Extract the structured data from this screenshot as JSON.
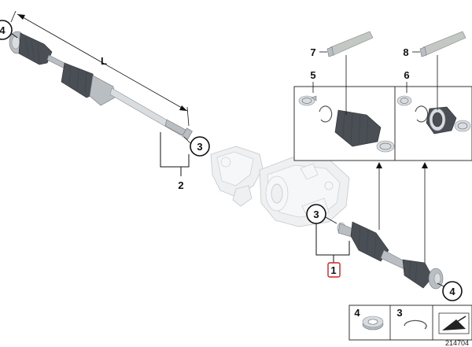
{
  "labels": {
    "l_dimension": "L",
    "callout_1": "1",
    "callout_2": "2",
    "callout_3_outer": "3",
    "callout_3_inner": "3",
    "callout_4_left": "4",
    "callout_4_right": "4",
    "callout_5": "5",
    "callout_6": "6",
    "callout_7": "7",
    "callout_8": "8"
  },
  "legend": {
    "item_4": "4",
    "item_3": "3"
  },
  "diagram_id": "214704",
  "colors": {
    "highlight": "#d42020",
    "boot": "#4a4f55",
    "ghost_part": "#eef0f1"
  }
}
